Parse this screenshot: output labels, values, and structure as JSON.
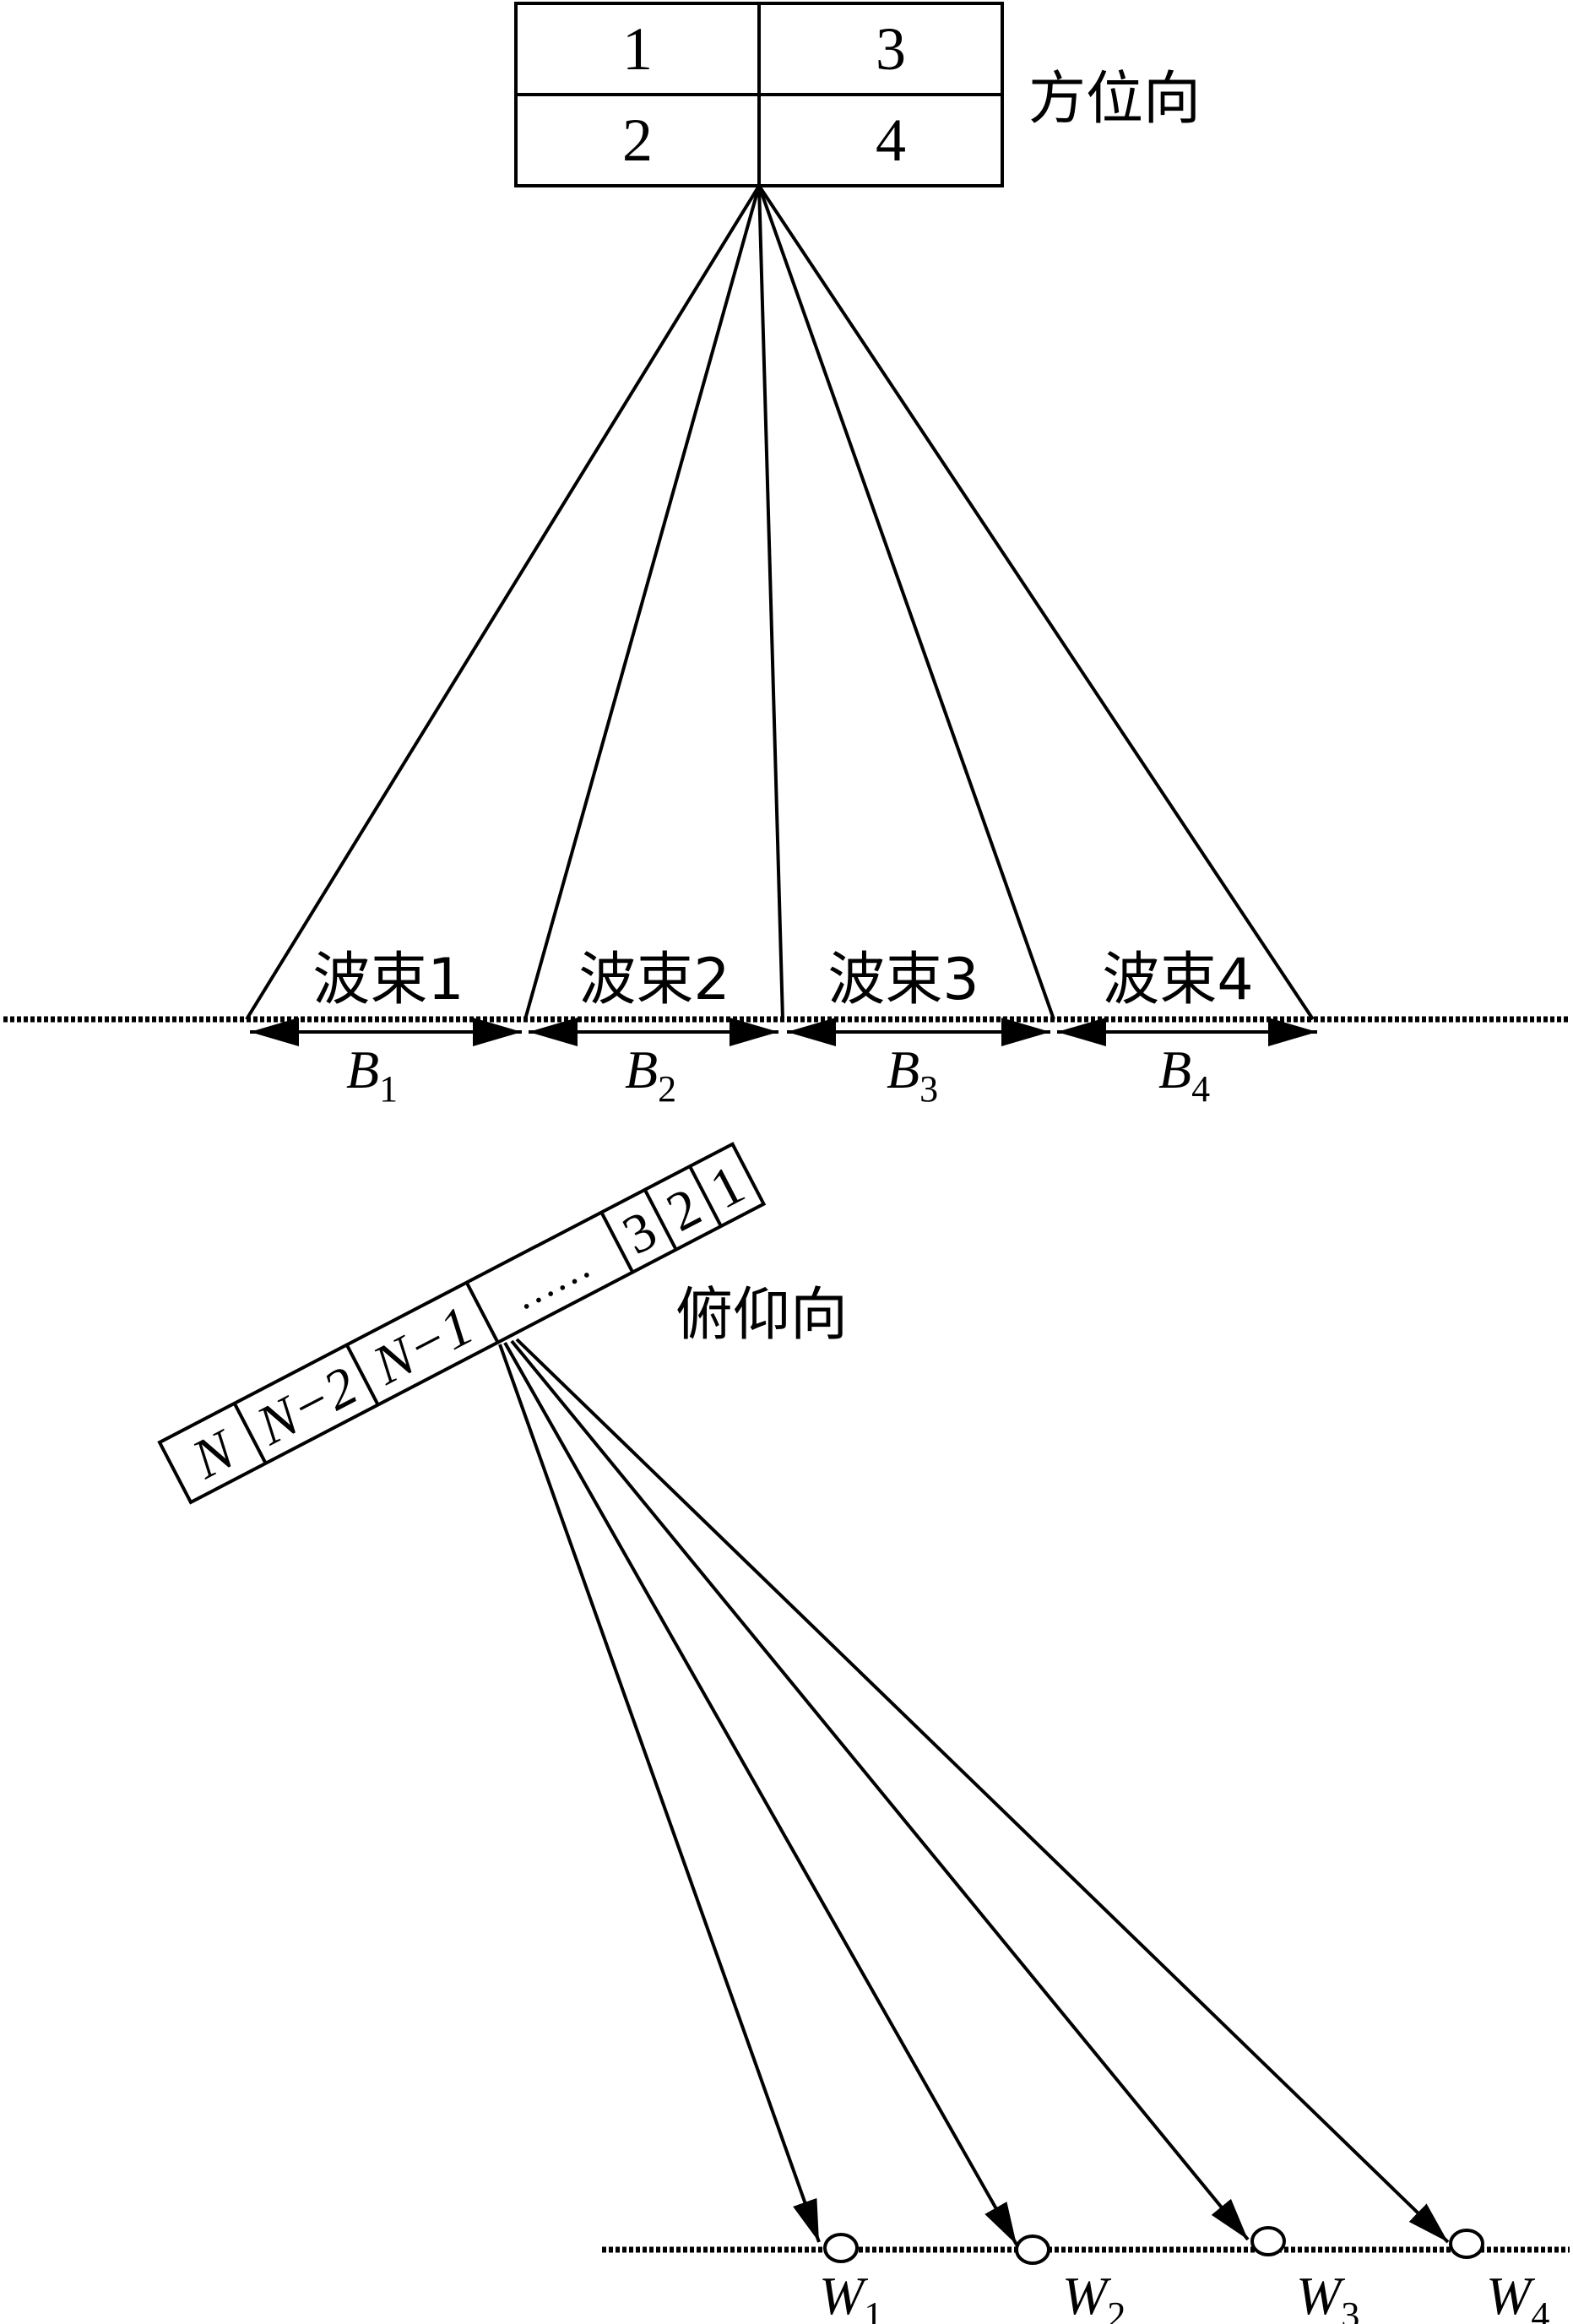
{
  "azimuth": {
    "label": "方位向",
    "cells": [
      "1",
      "3",
      "2",
      "4"
    ]
  },
  "beams": [
    {
      "label": "波束1",
      "width_main": "B",
      "width_sub": "1"
    },
    {
      "label": "波束2",
      "width_main": "B",
      "width_sub": "2"
    },
    {
      "label": "波束3",
      "width_main": "B",
      "width_sub": "3"
    },
    {
      "label": "波束4",
      "width_main": "B",
      "width_sub": "4"
    }
  ],
  "elevation": {
    "label": "俯仰向",
    "cells": [
      "N",
      "N−2",
      "N−1",
      "……",
      "3",
      "2",
      "1"
    ]
  },
  "targets": [
    {
      "main": "W",
      "sub": "1"
    },
    {
      "main": "W",
      "sub": "2"
    },
    {
      "main": "W",
      "sub": "3"
    },
    {
      "main": "W",
      "sub": "4"
    }
  ]
}
